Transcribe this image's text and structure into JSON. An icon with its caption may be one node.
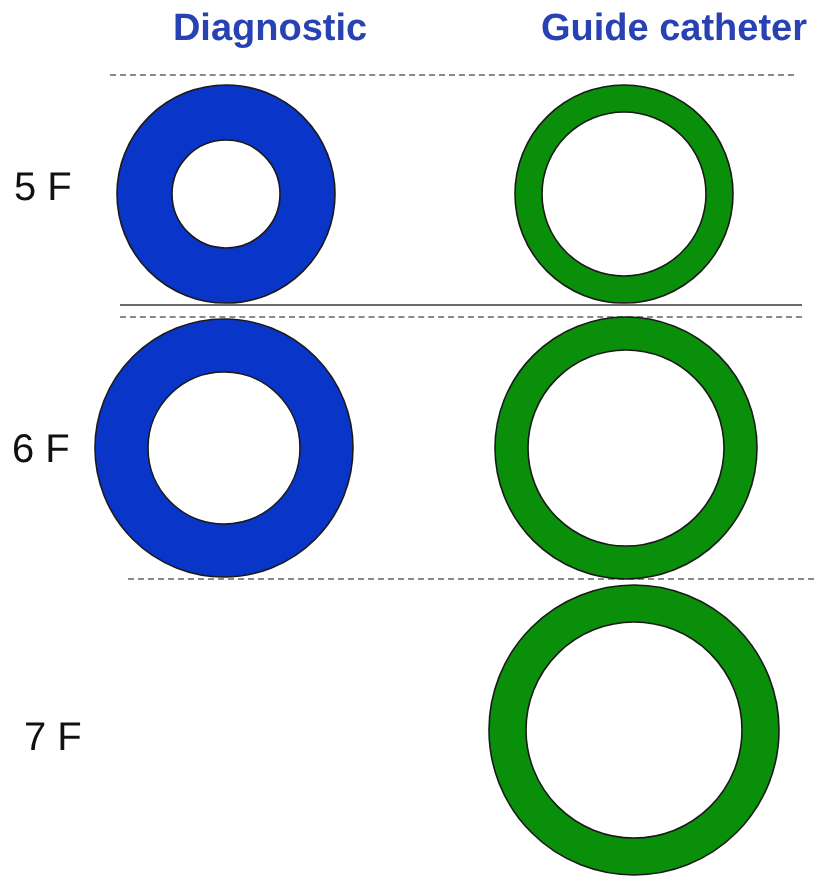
{
  "diagram": {
    "nodes": [
      {
        "text": [],
        "shape": "ring"
      },
      {
        "text": [],
        "shape": "ring"
      },
      {
        "text": [],
        "shape": "ring"
      },
      {
        "text": [],
        "shape": "ring"
      },
      {
        "text": [],
        "shape": "ring"
      }
    ],
    "labels": [
      "Diagnostic",
      "Guide catheter",
      "5 F",
      "6 F",
      "7 F"
    ]
  }
}
